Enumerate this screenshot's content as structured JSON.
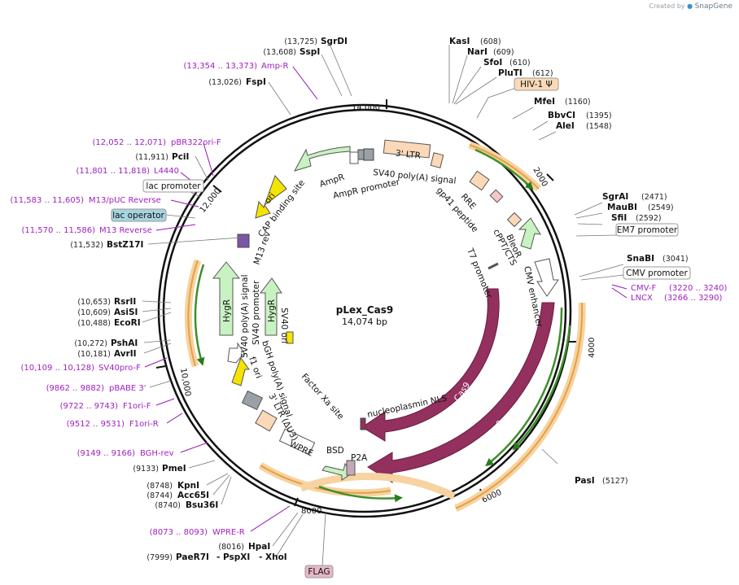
{
  "credit": {
    "prefix": "Created by",
    "brand": "SnapGene"
  },
  "plasmid": {
    "name": "pLex_Cas9",
    "length": "14,074 bp"
  },
  "ticks": [
    "14,000",
    "2000",
    "4000",
    "6000",
    "8000",
    "10,000",
    "12,000"
  ],
  "enzymes_right": [
    {
      "name": "KasI",
      "pos": "(608)"
    },
    {
      "name": "NarI",
      "pos": "(609)"
    },
    {
      "name": "SfoI",
      "pos": "(610)"
    },
    {
      "name": "PluTI",
      "pos": "(612)"
    },
    {
      "name": "MfeI",
      "pos": "(1160)"
    },
    {
      "name": "BbvCI",
      "pos": "(1395)"
    },
    {
      "name": "AleI",
      "pos": "(1548)"
    },
    {
      "name": "SgrAI",
      "pos": "(2471)"
    },
    {
      "name": "MauBI",
      "pos": "(2549)"
    },
    {
      "name": "SfiI",
      "pos": "(2592)"
    },
    {
      "name": "SnaBI",
      "pos": "(3041)"
    },
    {
      "name": "PasI",
      "pos": "(5127)"
    }
  ],
  "enzymes_left": [
    {
      "name": "SgrDI",
      "pos": "(13,725)"
    },
    {
      "name": "SspI",
      "pos": "(13,608)"
    },
    {
      "name": "FspI",
      "pos": "(13,026)"
    },
    {
      "name": "PciI",
      "pos": "(11,911)"
    },
    {
      "name": "BstZ17I",
      "pos": "(11,532)"
    },
    {
      "name": "RsrII",
      "pos": "(10,653)"
    },
    {
      "name": "AsiSI",
      "pos": "(10,609)"
    },
    {
      "name": "EcoRI",
      "pos": "(10,488)"
    },
    {
      "name": "PshAI",
      "pos": "(10,272)"
    },
    {
      "name": "AvrII",
      "pos": "(10,181)"
    },
    {
      "name": "PmeI",
      "pos": "(9133)"
    },
    {
      "name": "KpnI",
      "pos": "(8748)"
    },
    {
      "name": "Acc65I",
      "pos": "(8744)"
    },
    {
      "name": "Bsu36I",
      "pos": "(8740)"
    },
    {
      "name": "HpaI",
      "pos": "(8016)"
    }
  ],
  "enzyme_bottom": {
    "pos": "(7999)",
    "names": [
      "PaeR7I",
      "- PspXI",
      "- XhoI"
    ]
  },
  "primers_left": [
    {
      "pos": "(13,354 .. 13,373)",
      "name": "Amp-R"
    },
    {
      "pos": "(12,052 .. 12,071)",
      "name": "pBR322ori-F"
    },
    {
      "pos": "(11,801 .. 11,818)",
      "name": "L4440"
    },
    {
      "pos": "(11,583 .. 11,605)",
      "name": "M13/pUC Reverse"
    },
    {
      "pos": "(11,570 .. 11,586)",
      "name": "M13 Reverse"
    },
    {
      "pos": "(10,109 .. 10,128)",
      "name": "SV40pro-F"
    },
    {
      "pos": "(9862 .. 9882)",
      "name": "pBABE 3'"
    },
    {
      "pos": "(9722 .. 9743)",
      "name": "F1ori-F"
    },
    {
      "pos": "(9512 .. 9531)",
      "name": "F1ori-R"
    },
    {
      "pos": "(9149 .. 9166)",
      "name": "BGH-rev"
    },
    {
      "pos": "(8073 .. 8093)",
      "name": "WPRE-R"
    }
  ],
  "primers_right": [
    {
      "name": "CMV-F",
      "pos": "(3220 .. 3240)"
    },
    {
      "name": "LNCX",
      "pos": "(3266 .. 3290)"
    }
  ],
  "boxed_labels": {
    "hiv": "HIV-1 Ψ",
    "em7": "EM7 promoter",
    "cmv": "CMV promoter",
    "lac_promoter": "lac promoter",
    "lac_operator": "lac operator",
    "flag": "FLAG"
  },
  "features": {
    "ltr3": "3' LTR",
    "sv40polyA_top": "SV40 poly(A) signal",
    "ampr": "AmpR",
    "ampr_promoter": "AmpR promoter",
    "ori": "ori",
    "cap": "CAP binding site",
    "m13rev": "M13 rev",
    "rre": "RRE",
    "gp41": "gp41 peptide",
    "bleor": "BleoR",
    "cppt": "cPPT/CTS",
    "cmv_enh": "CMV enhancer",
    "t7": "T7 promoter",
    "cas9_inner": "Cas9",
    "cas9_outer": "Cas9",
    "nucleoplasmin": "nucleoplasmin NLS",
    "factorxa": "Factor Xa site",
    "hygr1": "HygR",
    "hygr2": "HygR",
    "sv40polyA_left": "SV40 poly(A) signal",
    "sv40prom": "SV40 promoter",
    "sv40ori": "SV40 ori",
    "bgh": "bGH poly(A) signal",
    "f1ori": "f1 ori",
    "ltr5": "3' LTR (ΔU3)",
    "wpre": "WPRE",
    "bsd": "BSD",
    "p2a": "P2A"
  }
}
